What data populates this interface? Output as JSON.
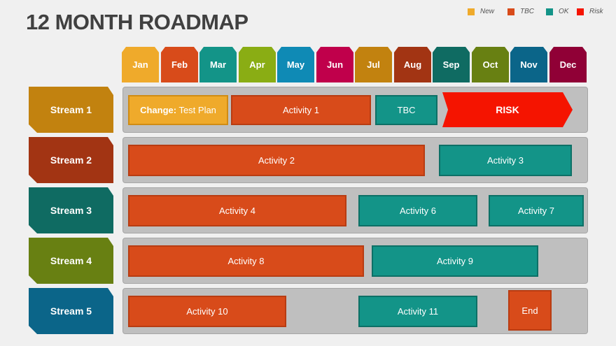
{
  "title": "12 MONTH ROADMAP",
  "legend": [
    {
      "label": "New",
      "color": "#efaa2b"
    },
    {
      "label": "TBC",
      "color": "#d84b1a"
    },
    {
      "label": "OK",
      "color": "#139488"
    },
    {
      "label": "Risk",
      "color": "#f51400"
    }
  ],
  "months": [
    "Jan",
    "Feb",
    "Mar",
    "Apr",
    "May",
    "Jun",
    "Jul",
    "Aug",
    "Sep",
    "Oct",
    "Nov",
    "Dec"
  ],
  "streams": [
    "Stream 1",
    "Stream 2",
    "Stream 3",
    "Stream 4",
    "Stream 5"
  ],
  "activities": {
    "s1": {
      "change_prefix": "Change:",
      "change_rest": " Test Plan",
      "a1": "Activity 1",
      "tbc": "TBC",
      "risk": "RISK"
    },
    "s2": {
      "a2": "Activity 2",
      "a3": "Activity 3"
    },
    "s3": {
      "a4": "Activity 4",
      "a6": "Activity 6",
      "a7": "Activity 7"
    },
    "s4": {
      "a8": "Activity 8",
      "a9": "Activity 9"
    },
    "s5": {
      "a10": "Activity 10",
      "a11": "Activity 11",
      "end": "End"
    }
  }
}
